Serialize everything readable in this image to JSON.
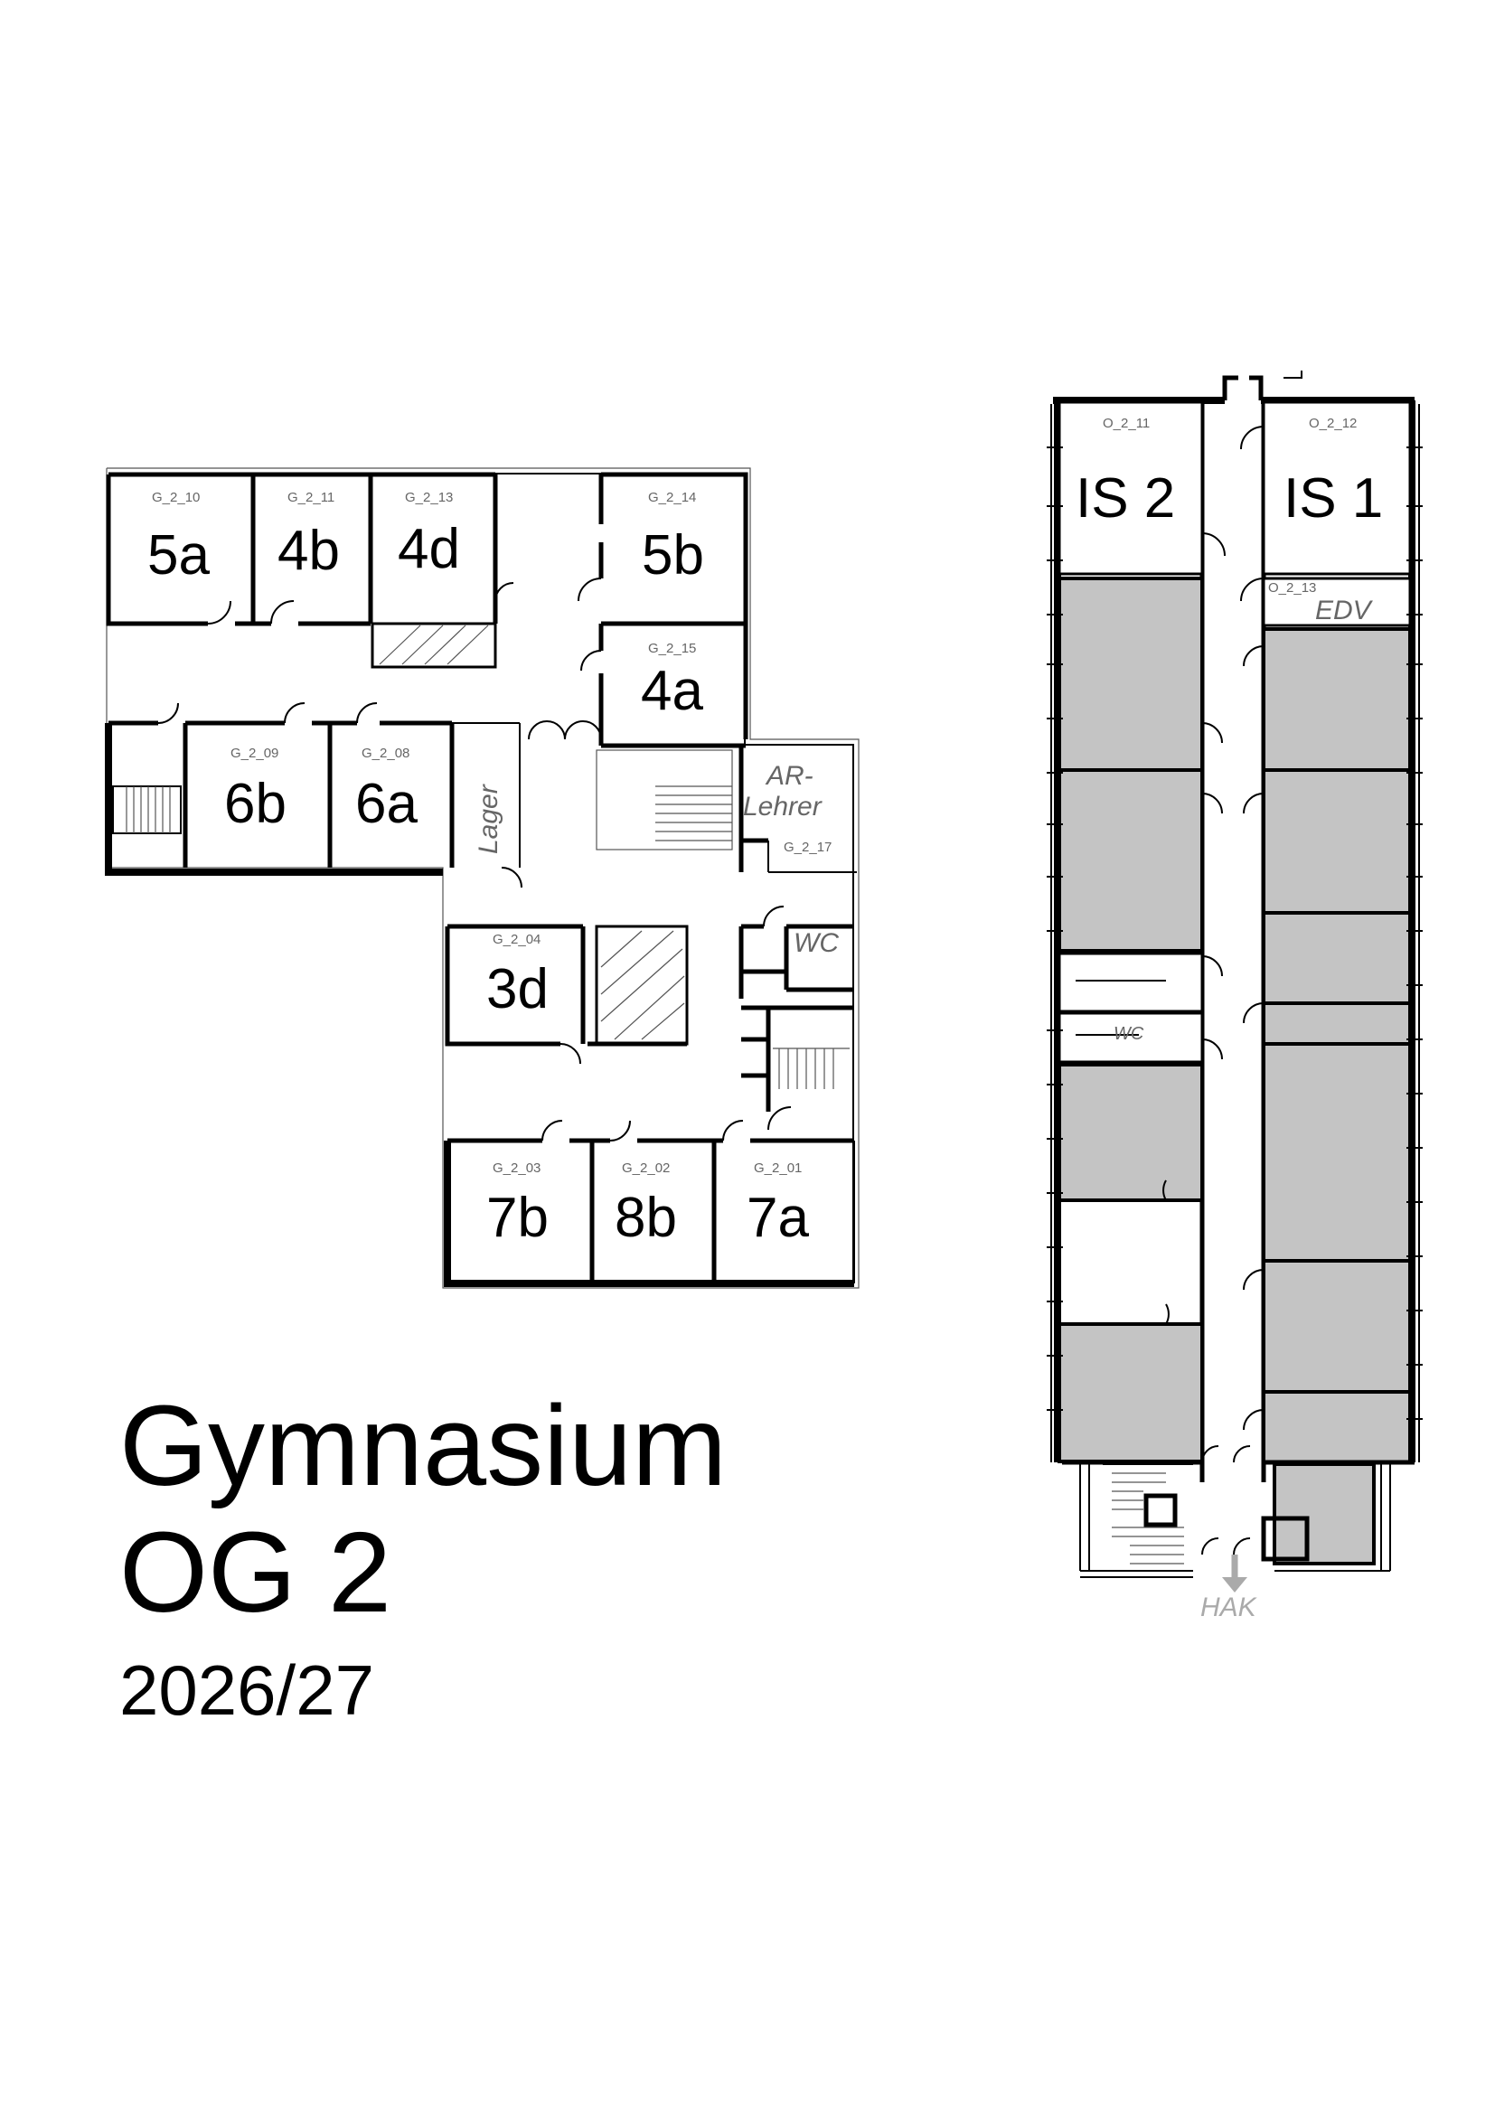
{
  "building_left": {
    "rooms": [
      {
        "code": "G_2_10",
        "label": "5a"
      },
      {
        "code": "G_2_11",
        "label": "4b"
      },
      {
        "code": "G_2_13",
        "label": "4d"
      },
      {
        "code": "G_2_14",
        "label": "5b"
      },
      {
        "code": "G_2_15",
        "label": "4a"
      },
      {
        "code": "G_2_09",
        "label": "6b"
      },
      {
        "code": "G_2_08",
        "label": "6a"
      },
      {
        "code": "G_2_04",
        "label": "3d"
      },
      {
        "code": "G_2_03",
        "label": "7b"
      },
      {
        "code": "G_2_02",
        "label": "8b"
      },
      {
        "code": "G_2_01",
        "label": "7a"
      },
      {
        "code": "G_2_17",
        "label": ""
      }
    ],
    "lager": "Lager",
    "ar_line1": "AR-",
    "ar_line2": "Lehrer",
    "wc": "WC"
  },
  "building_right": {
    "rooms": [
      {
        "code": "O_2_11",
        "label": "IS 2"
      },
      {
        "code": "O_2_12",
        "label": "IS 1"
      },
      {
        "code": "O_2_13",
        "label": "EDV"
      }
    ],
    "wc": "WC",
    "exit": "HAK"
  },
  "title": {
    "line1": "Gymnasium",
    "line2": "OG 2",
    "line3": "2026/27"
  },
  "colors": {
    "inactive_room": "#c4c4c4",
    "wall": "#000000",
    "label_grey": "#666666"
  }
}
